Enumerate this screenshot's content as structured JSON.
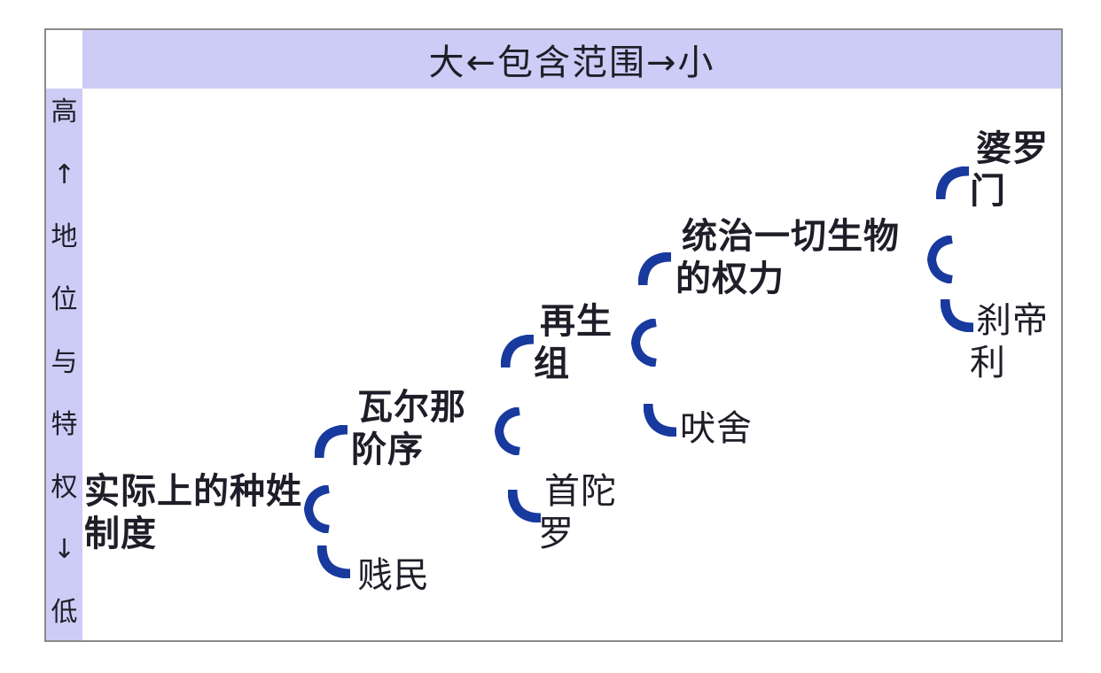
{
  "header": {
    "scope_label": "大←包含范围→小"
  },
  "vertical_axis": {
    "label": "高↑地位与特权↓低",
    "chars": [
      "高",
      "↑",
      "地",
      "位",
      "与",
      "特",
      "权",
      "↓",
      "低"
    ]
  },
  "nodes": {
    "caste_system": {
      "line1": "实际上的种姓",
      "line2": "制度"
    },
    "varna_order": {
      "line1": "瓦尔那",
      "line2": "阶序"
    },
    "untouchables": {
      "line1": "贱民"
    },
    "twice_born": {
      "line1": "再生",
      "line2": "组"
    },
    "shudra": {
      "line1": "首陀",
      "line2": "罗"
    },
    "rule_power": {
      "line1": "统治一切生物",
      "line2": "的权力"
    },
    "vaishya": {
      "line1": "吠舍"
    },
    "brahmin": {
      "line1": "婆罗",
      "line2": "门"
    },
    "kshatriya": {
      "line1": "刹帝",
      "line2": "利"
    }
  },
  "hierarchy": [
    {
      "parent": "实际上的种姓制度",
      "children": [
        "瓦尔那阶序",
        "贱民"
      ]
    },
    {
      "parent": "瓦尔那阶序",
      "children": [
        "再生组",
        "首陀罗"
      ]
    },
    {
      "parent": "再生组",
      "children": [
        "统治一切生物的权力",
        "吠舍"
      ]
    },
    {
      "parent": "统治一切生物的权力",
      "children": [
        "婆罗门",
        "刹帝利"
      ]
    }
  ],
  "colors": {
    "band_background": "#cdccf6",
    "brace_blue": "#18399e",
    "frame_border": "#8a8a8a",
    "text": "#1e1e28"
  }
}
